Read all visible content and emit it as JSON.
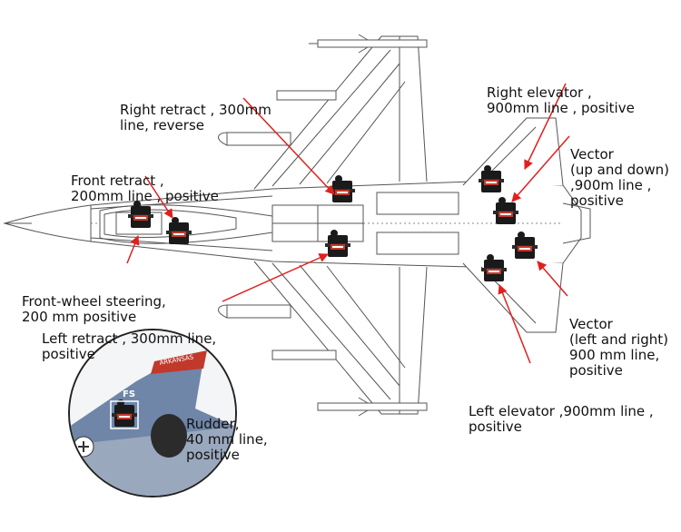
{
  "labels": {
    "right_retract": [
      "Right retract , 300mm",
      "line, reverse"
    ],
    "front_retract": [
      "Front retract ,",
      "200mm line , positive"
    ],
    "front_wheel_steering": [
      "Front-wheel steering,",
      "200 mm positive"
    ],
    "left_retract": [
      "Left retract , 300mm line,",
      "positive"
    ],
    "right_elevator": [
      "Right elevator ,",
      "900mm line , positive"
    ],
    "vector_ud": [
      "Vector",
      "(up and down)",
      ",900m line ,",
      "positive"
    ],
    "vector_lr": [
      "Vector",
      "(left and right)",
      "900 mm line,",
      "positive"
    ],
    "left_elevator": [
      "Left elevator ,900mm line ,",
      "positive"
    ],
    "rudder": [
      "Rudder,",
      "40 mm line,",
      "positive"
    ]
  },
  "inset": {
    "tail_text": "ARKANSAS",
    "tail_code": "FS"
  },
  "colors": {
    "line": "#444444",
    "arrow": "#e0201e",
    "servo_body": "#1a1a1a",
    "servo_label": "#c0392b",
    "tail_blue": "#6f86a8"
  },
  "icons": [
    "servo-icon"
  ]
}
